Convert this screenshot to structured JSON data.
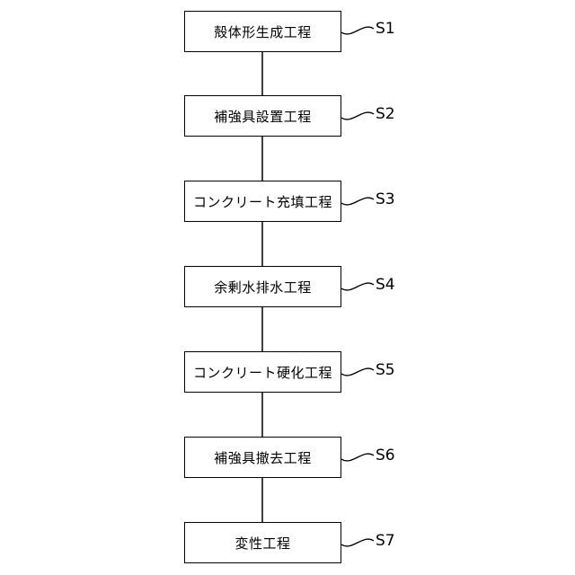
{
  "steps": [
    {
      "text": "殻体形生成工程",
      "label": "S1"
    },
    {
      "text": "補強具設置工程",
      "label": "S2"
    },
    {
      "text": "コンクリート充填工程",
      "label": "S3"
    },
    {
      "text": "余剰水排水工程",
      "label": "S4"
    },
    {
      "text": "コンクリート硬化工程",
      "label": "S5"
    },
    {
      "text": "補強具撤去工程",
      "label": "S6"
    },
    {
      "text": "変性工程",
      "label": "S7"
    }
  ],
  "colors": {
    "stroke": "#000000",
    "background": "#ffffff"
  }
}
